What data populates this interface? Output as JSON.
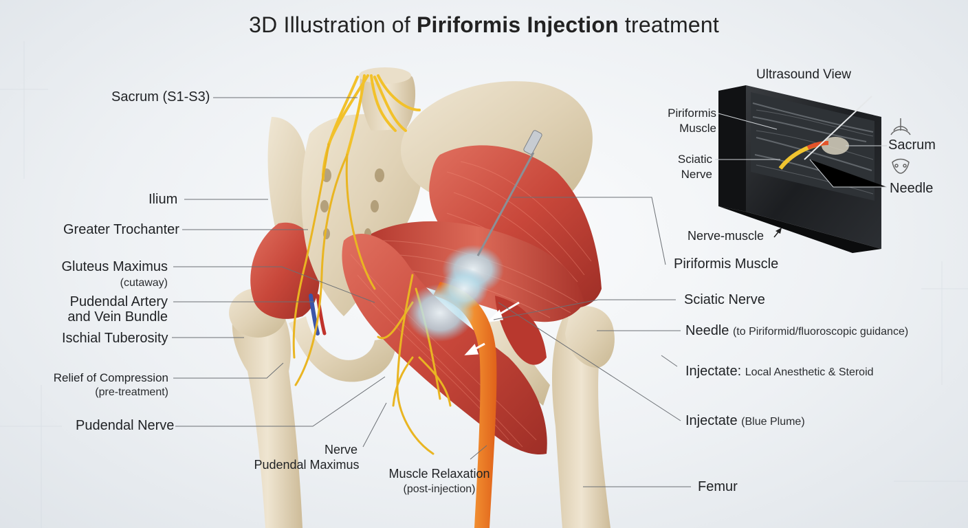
{
  "title": {
    "prefix": "3D Illustration of ",
    "bold": "Piriformis Injection",
    "suffix": " treatment"
  },
  "ultrasound": {
    "title": "Ultrasound View",
    "labels": {
      "piriformis_1": "Piriformis",
      "piriformis_2": "Muscle",
      "sciatic_1": "Sciatic",
      "sciatic_2": "Nerve",
      "sacrum": "Sacrum",
      "needle": "Needle",
      "nerve_muscle": "Nerve-muscle"
    }
  },
  "labels": {
    "sacrum": "Sacrum (S1-S3)",
    "ilium": "Ilium",
    "greater_trochanter": "Greater Trochanter",
    "gluteus_maximus": "Gluteus Maximus",
    "gluteus_maximus_sub": "(cutaway)",
    "pudendal_artery_1": "Pudendal Artery",
    "pudendal_artery_2": "and Vein Bundle",
    "ischial_tuberosity": "Ischial Tuberosity",
    "relief_compression": "Relief of Compression",
    "relief_compression_sub": "(pre-treatment)",
    "pudendal_nerve": "Pudendal Nerve",
    "nerve_pudendal_1": "Nerve",
    "nerve_pudendal_2": "Pudendal Maximus",
    "muscle_relaxation": "Muscle Relaxation",
    "muscle_relaxation_sub": "(post-injection)",
    "piriformis_muscle": "Piriformis Muscle",
    "sciatic_nerve": "Sciatic Nerve",
    "needle": "Needle",
    "needle_sub": "(to Piriformid/fluoroscopic guidance)",
    "injectate1": "Injectate:",
    "injectate1_sub": "Local Anesthetic & Steroid",
    "injectate2": "Injectate",
    "injectate2_sub": "(Blue Plume)",
    "femur": "Femur"
  }
}
